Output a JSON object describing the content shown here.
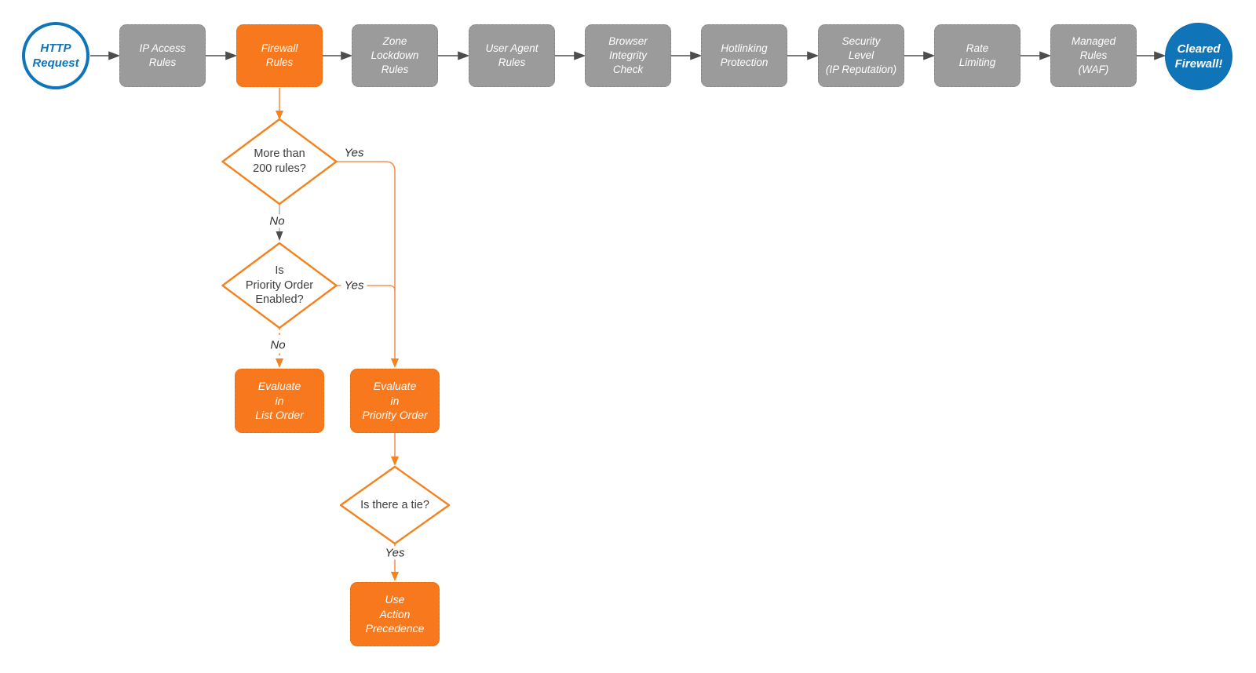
{
  "pipeline": {
    "start": {
      "label": "HTTP\nRequest"
    },
    "steps": [
      {
        "label": "IP Access\nRules"
      },
      {
        "label": "Firewall\nRules"
      },
      {
        "label": "Zone\nLockdown\nRules"
      },
      {
        "label": "User Agent\nRules"
      },
      {
        "label": "Browser\nIntegrity\nCheck"
      },
      {
        "label": "Hotlinking\nProtection"
      },
      {
        "label": "Security\nLevel\n(IP Reputation)"
      },
      {
        "label": "Rate\nLimiting"
      },
      {
        "label": "Managed\nRules\n(WAF)"
      }
    ],
    "end": {
      "label": "Cleared\nFirewall!"
    }
  },
  "decisions": {
    "more_than_200": {
      "question": "More than\n200 rules?",
      "yes_label": "Yes",
      "no_label": "No"
    },
    "priority_enabled": {
      "question": "Is\nPriority Order\nEnabled?",
      "yes_label": "Yes",
      "no_label": "No"
    },
    "tie": {
      "question": "Is there a tie?",
      "yes_label": "Yes"
    }
  },
  "actions": {
    "evaluate_list_order": {
      "label": "Evaluate\nin\nList Order"
    },
    "evaluate_priority_order": {
      "label": "Evaluate\nin\nPriority Order"
    },
    "use_action_precedence": {
      "label": "Use\nAction\nPrecedence"
    }
  },
  "colors": {
    "orange": "#F8791D",
    "gray": "#9B9B9B",
    "blue": "#0F74B8",
    "connector_dark": "#4D4D4D",
    "connector_orange": "#F5821F"
  }
}
